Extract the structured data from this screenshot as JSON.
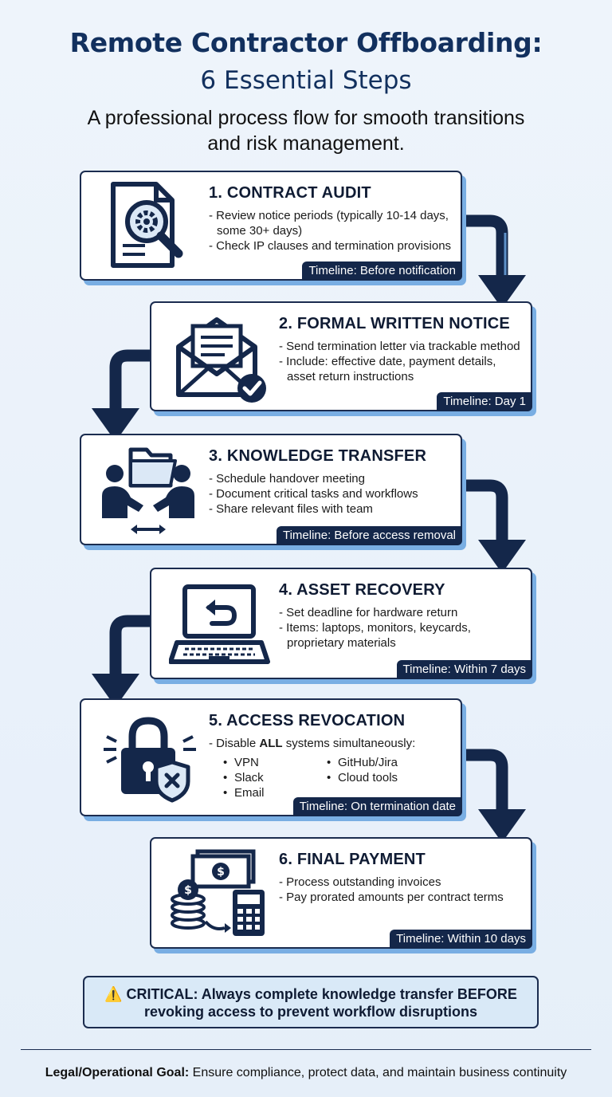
{
  "header": {
    "title": "Remote Contractor Offboarding:",
    "subtitle": "6 Essential Steps",
    "description_line1": "A professional process flow for smooth transitions",
    "description_line2": "and risk management."
  },
  "steps": [
    {
      "title": "1. CONTRACT AUDIT",
      "bullets": [
        "- Review notice periods (typically 10-14 days,",
        "some 30+ days)",
        "- Check IP clauses and termination provisions"
      ],
      "timeline": "Timeline: Before notification",
      "icon": "document-magnifier-gear-icon"
    },
    {
      "title": "2. FORMAL WRITTEN NOTICE",
      "bullets": [
        "- Send termination letter via trackable method",
        "- Include: effective date, payment details,",
        "asset return instructions"
      ],
      "timeline": "Timeline: Day 1",
      "icon": "envelope-check-icon"
    },
    {
      "title": "3. KNOWLEDGE TRANSFER",
      "bullets": [
        "- Schedule handover meeting",
        "- Document critical tasks and workflows",
        "- Share relevant files with team"
      ],
      "timeline": "Timeline: Before access removal",
      "icon": "people-folder-exchange-icon"
    },
    {
      "title": "4. ASSET RECOVERY",
      "bullets": [
        "- Set deadline for hardware return",
        "- Items: laptops, monitors, keycards,",
        "proprietary materials"
      ],
      "timeline": "Timeline: Within 7 days",
      "icon": "laptop-return-icon"
    },
    {
      "title": "5. ACCESS REVOCATION",
      "intro_prefix": "- Disable ",
      "intro_bold": "ALL",
      "intro_suffix": " systems simultaneously:",
      "systems": [
        "VPN",
        "Slack",
        "Email",
        "GitHub/Jira",
        "Cloud tools"
      ],
      "timeline": "Timeline: On termination date",
      "icon": "padlock-shield-icon"
    },
    {
      "title": "6. FINAL PAYMENT",
      "bullets": [
        "- Process outstanding invoices",
        "- Pay prorated amounts per contract terms"
      ],
      "timeline": "Timeline: Within 10 days",
      "icon": "money-coins-calculator-icon"
    }
  ],
  "critical": {
    "icon": "warning-icon",
    "line1": "⚠️ CRITICAL: Always complete knowledge transfer BEFORE",
    "line2": "revoking access to prevent workflow disruptions"
  },
  "footer": {
    "label": "Legal/Operational Goal:",
    "text": " Ensure compliance, protect data, and maintain business continuity"
  },
  "colors": {
    "navy": "#14274a",
    "title_blue": "#12305e",
    "card_shadow": "#79aee3",
    "critical_bg": "#d9e9f7"
  }
}
